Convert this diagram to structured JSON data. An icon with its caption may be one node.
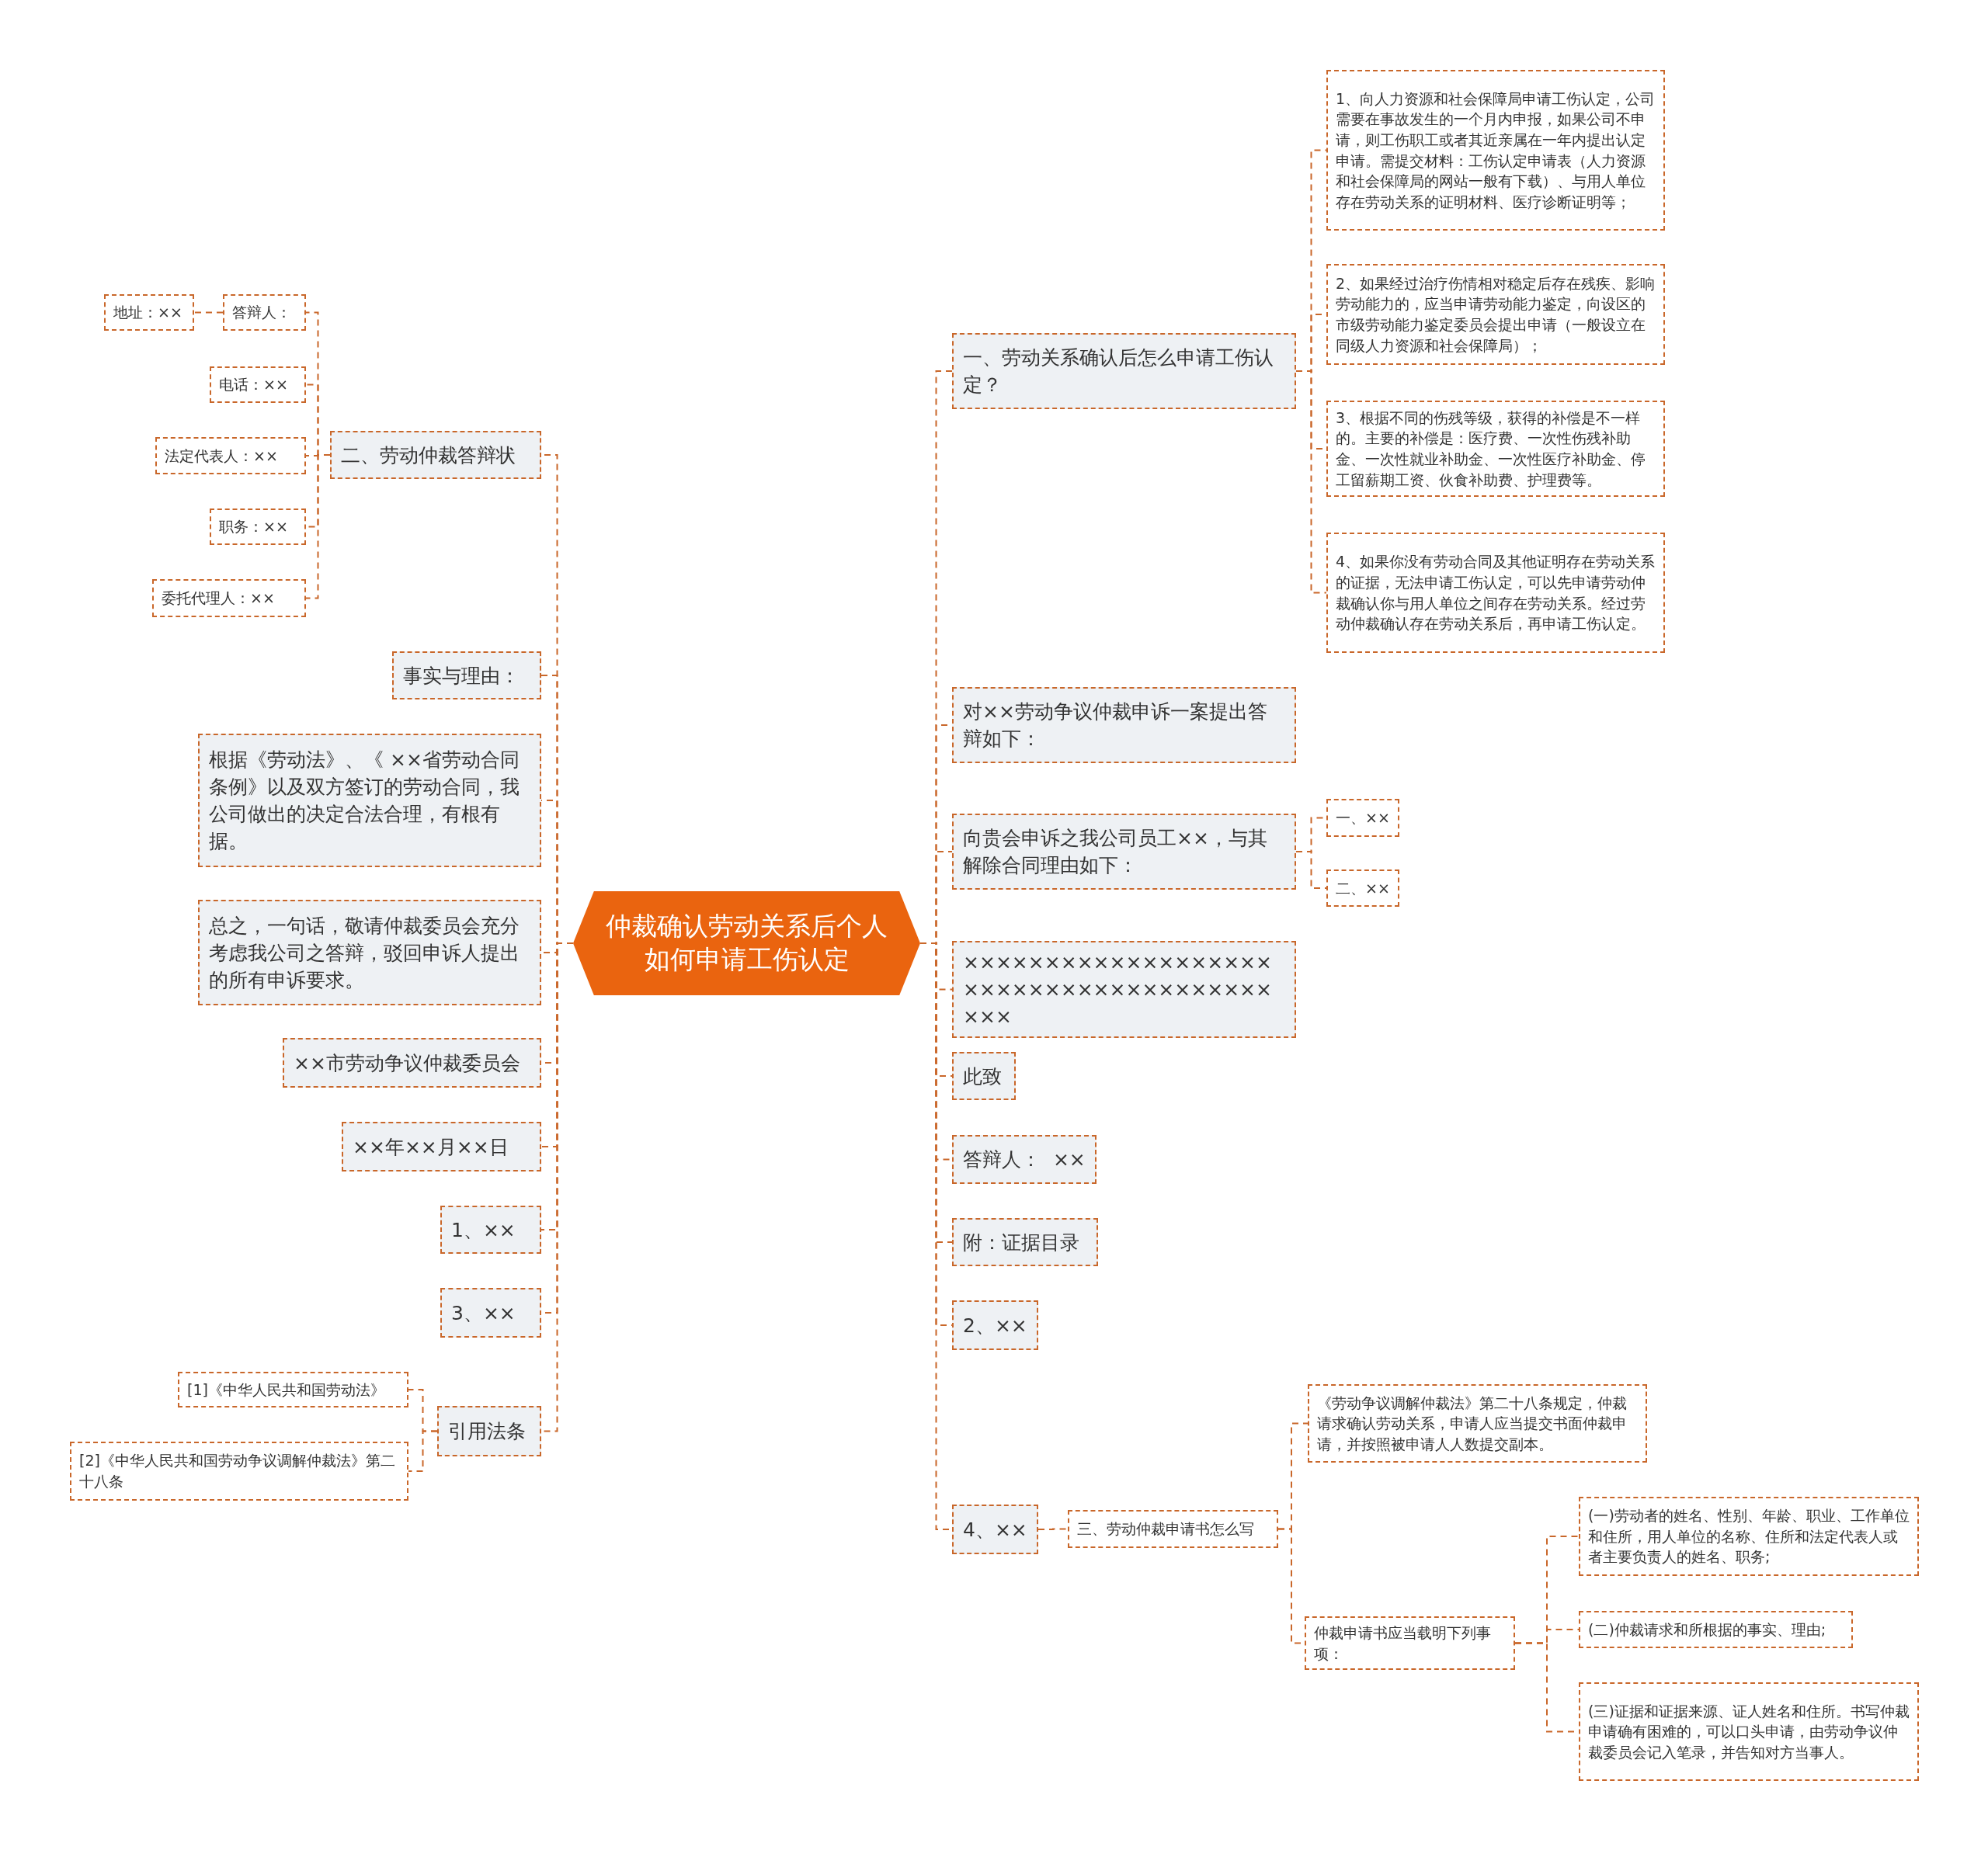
{
  "diagram": {
    "nodes": [
      {
        "text": [
          "仲裁确认劳动关系后个人如何申请工伤认定"
        ]
      },
      {
        "text": [
          "二、劳动仲裁答辩状"
        ]
      },
      {
        "text": [
          "答辩人："
        ]
      },
      {
        "text": [
          "地址：××"
        ]
      },
      {
        "text": [
          "电话：××"
        ]
      },
      {
        "text": [
          "法定代表人：××"
        ]
      },
      {
        "text": [
          "职务：××"
        ]
      },
      {
        "text": [
          "委托代理人：××"
        ]
      },
      {
        "text": [
          "事实与理由："
        ]
      },
      {
        "text": [
          "根据《劳动法》、《 ××省劳动合同条例》以及双方签订的劳动合同，我公司做出的决定合法合理，有根有据。"
        ]
      },
      {
        "text": [
          "总之，一句话，敬请仲裁委员会充分考虑我公司之答辩，驳回申诉人提出的所有申诉要求。"
        ]
      },
      {
        "text": [
          "××市劳动争议仲裁委员会"
        ]
      },
      {
        "text": [
          "××年××月××日"
        ]
      },
      {
        "text": [
          "1、××"
        ]
      },
      {
        "text": [
          "3、××"
        ]
      },
      {
        "text": [
          "引用法条"
        ]
      },
      {
        "text": [
          "[1]《中华人民共和国劳动法》"
        ]
      },
      {
        "text": [
          "[2]《中华人民共和国劳动争议调解仲裁法》第二十八条"
        ]
      },
      {
        "text": [
          "一、劳动关系确认后怎么申请工伤认定？"
        ]
      },
      {
        "text": [
          "1、向人力资源和社会保障局申请工伤认定，公司需要在事故发生的一个月内申报，如果公司不申请，则工伤职工或者其近亲属在一年内提出认定申请。需提交材料：工伤认定申请表（人力资源和社会保障局的网站一般有下载）、与用人单位存在劳动关系的证明材料、医疗诊断证明等；"
        ]
      },
      {
        "text": [
          "2、如果经过治疗伤情相对稳定后存在残疾、影响劳动能力的，应当申请劳动能力鉴定，向设区的市级劳动能力鉴定委员会提出申请（一般设立在同级人力资源和社会保障局）；"
        ]
      },
      {
        "text": [
          "3、根据不同的伤残等级，获得的补偿是不一样的。主要的补偿是：医疗费、一次性伤残补助金、一次性就业补助金、一次性医疗补助金、停工留薪期工资、伙食补助费、护理费等。"
        ]
      },
      {
        "text": [
          "4、如果你没有劳动合同及其他证明存在劳动关系的证据，无法申请工伤认定，可以先申请劳动仲裁确认你与用人单位之间存在劳动关系。经过劳动仲裁确认存在劳动关系后，再申请工伤认定。"
        ]
      },
      {
        "text": [
          "对××劳动争议仲裁申诉一案提出答辩如下："
        ]
      },
      {
        "text": [
          "向贵会申诉之我公司员工××，与其解除合同理由如下："
        ]
      },
      {
        "text": [
          "一、××"
        ]
      },
      {
        "text": [
          "二、××"
        ]
      },
      {
        "text": [
          "×××××××××××××××××××××××××××××××××××××××××"
        ]
      },
      {
        "text": [
          "此致"
        ]
      },
      {
        "text": [
          "答辩人：  ××"
        ]
      },
      {
        "text": [
          "附：证据目录"
        ]
      },
      {
        "text": [
          "2、××"
        ]
      },
      {
        "text": [
          "4、××"
        ]
      },
      {
        "text": [
          "三、劳动仲裁申请书怎么写"
        ]
      },
      {
        "text": [
          "《劳动争议调解仲裁法》第二十八条规定，仲裁请求确认劳动关系，申请人应当提交书面仲裁申请，并按照被申请人人数提交副本。"
        ]
      },
      {
        "text": [
          "仲裁申请书应当载明下列事项："
        ]
      },
      {
        "text": [
          "(一)劳动者的姓名、性别、年龄、职业、工作单位和住所，用人单位的名称、住所和法定代表人或者主要负责人的姓名、职务;"
        ]
      },
      {
        "text": [
          "(二)仲裁请求和所根据的事实、理由;"
        ]
      },
      {
        "text": [
          "(三)证据和证据来源、证人姓名和住所。书写仲裁申请确有困难的，可以口头申请，由劳动争议仲裁委员会记入笔录，并告知对方当事人。"
        ]
      }
    ],
    "edges": [
      {
        "from": 0,
        "to": 1,
        "arrow": "none"
      },
      {
        "from": 1,
        "to": 2,
        "arrow": "none"
      },
      {
        "from": 2,
        "to": 3,
        "arrow": "none"
      },
      {
        "from": 1,
        "to": 4,
        "arrow": "none"
      },
      {
        "from": 1,
        "to": 5,
        "arrow": "none"
      },
      {
        "from": 1,
        "to": 6,
        "arrow": "none"
      },
      {
        "from": 1,
        "to": 7,
        "arrow": "none"
      },
      {
        "from": 0,
        "to": 8,
        "arrow": "none"
      },
      {
        "from": 0,
        "to": 9,
        "arrow": "none"
      },
      {
        "from": 0,
        "to": 10,
        "arrow": "none"
      },
      {
        "from": 0,
        "to": 11,
        "arrow": "none"
      },
      {
        "from": 0,
        "to": 12,
        "arrow": "none"
      },
      {
        "from": 0,
        "to": 13,
        "arrow": "none"
      },
      {
        "from": 0,
        "to": 14,
        "arrow": "none"
      },
      {
        "from": 0,
        "to": 15,
        "arrow": "none"
      },
      {
        "from": 15,
        "to": 16,
        "arrow": "none"
      },
      {
        "from": 15,
        "to": 17,
        "arrow": "none"
      },
      {
        "from": 0,
        "to": 18,
        "arrow": "none"
      },
      {
        "from": 18,
        "to": 19,
        "arrow": "none"
      },
      {
        "from": 18,
        "to": 20,
        "arrow": "none"
      },
      {
        "from": 18,
        "to": 21,
        "arrow": "none"
      },
      {
        "from": 18,
        "to": 22,
        "arrow": "none"
      },
      {
        "from": 0,
        "to": 23,
        "arrow": "none"
      },
      {
        "from": 0,
        "to": 24,
        "arrow": "none"
      },
      {
        "from": 24,
        "to": 25,
        "arrow": "none"
      },
      {
        "from": 24,
        "to": 26,
        "arrow": "none"
      },
      {
        "from": 0,
        "to": 27,
        "arrow": "none"
      },
      {
        "from": 0,
        "to": 28,
        "arrow": "none"
      },
      {
        "from": 0,
        "to": 29,
        "arrow": "none"
      },
      {
        "from": 0,
        "to": 30,
        "arrow": "none"
      },
      {
        "from": 0,
        "to": 31,
        "arrow": "none"
      },
      {
        "from": 0,
        "to": 32,
        "arrow": "none"
      },
      {
        "from": 32,
        "to": 33,
        "arrow": "none"
      },
      {
        "from": 33,
        "to": 34,
        "arrow": "none"
      },
      {
        "from": 33,
        "to": 35,
        "arrow": "none"
      },
      {
        "from": 35,
        "to": 36,
        "arrow": "none"
      },
      {
        "from": 35,
        "to": 37,
        "arrow": "none"
      },
      {
        "from": 35,
        "to": 38,
        "arrow": "none"
      }
    ]
  }
}
